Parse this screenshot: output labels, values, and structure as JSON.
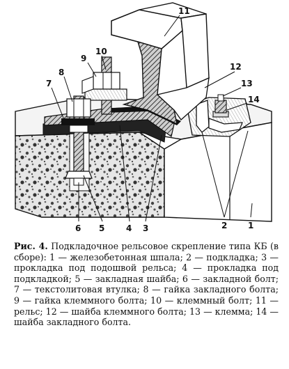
{
  "figure": {
    "callouts": {
      "c1": "1",
      "c2": "2",
      "c3": "3",
      "c4": "4",
      "c5": "5",
      "c6": "6",
      "c7": "7",
      "c8": "8",
      "c9": "9",
      "c10": "10",
      "c11": "11",
      "c12": "12",
      "c13": "13",
      "c14": "14"
    }
  },
  "caption": {
    "label": "Рис. 4.",
    "text": "Подкладочное рельсовое скрепление типа КБ (в сборе): 1 — железобетонная шпала; 2 — подкладка; 3 — прокладка под подошвой рельса; 4 — прокладка под подкладкой; 5 — закладная шайба; 6 — закладной болт; 7 — текстолитовая втулка; 8 — гайка закладного болта; 9 — гайка клеммного болта; 10 — клеммный болт; 11 — рельс; 12 — шайба клеммного болта; 13 — клемма; 14 — шайба закладного болта."
  }
}
